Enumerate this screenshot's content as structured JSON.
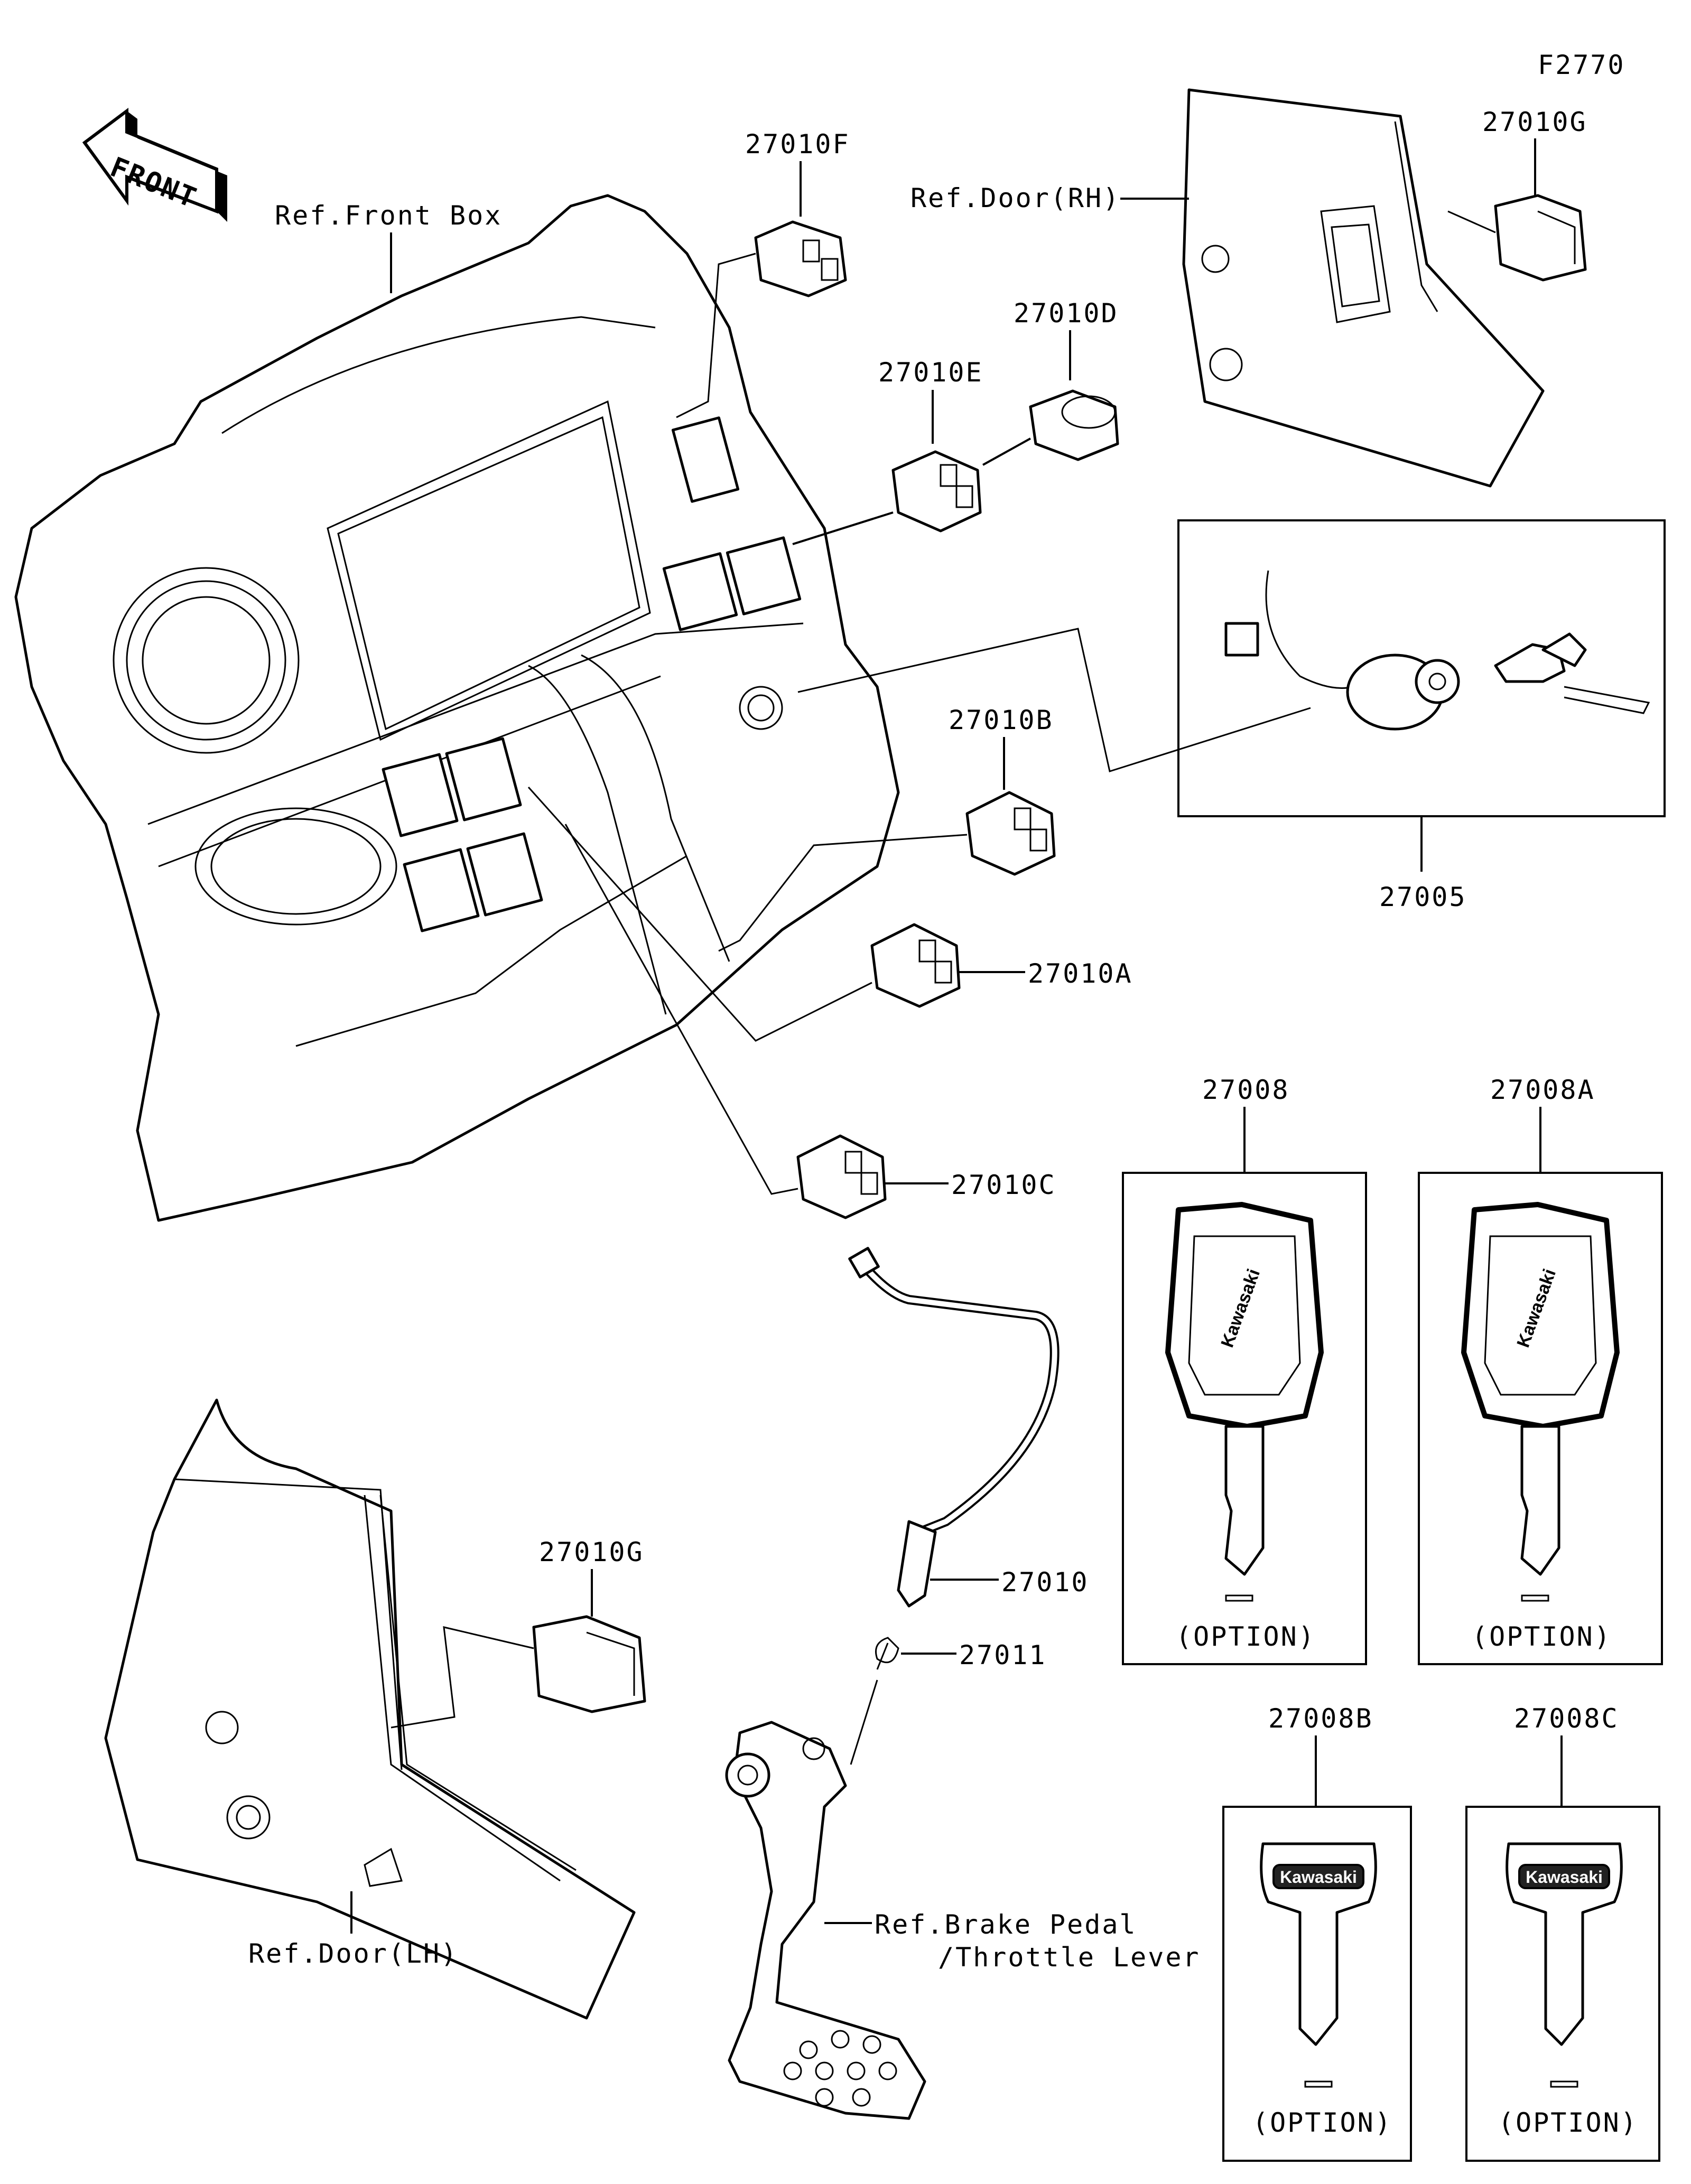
{
  "figure_code": "F2770",
  "front_arrow": {
    "text": "FRONT",
    "icon": "front-direction-arrow-icon"
  },
  "labels": {
    "front_box": "Ref.Front Box",
    "door_rh": "Ref.Door(RH)",
    "door_lh": "Ref.Door(LH)",
    "brake_pedal_line1": "Ref.Brake Pedal",
    "brake_pedal_line2": "/Throttle Lever"
  },
  "parts": {
    "p27010F": "27010F",
    "p27010G_top": "27010G",
    "p27010D": "27010D",
    "p27010E": "27010E",
    "p27005": "27005",
    "p27010B": "27010B",
    "p27010A": "27010A",
    "p27010C": "27010C",
    "p27008": "27008",
    "p27008A": "27008A",
    "p27010G_bottom": "27010G",
    "p27010": "27010",
    "p27011": "27011",
    "p27008B": "27008B",
    "p27008C": "27008C"
  },
  "key_brand": "Kawasaki",
  "option_text": "(OPTION)"
}
